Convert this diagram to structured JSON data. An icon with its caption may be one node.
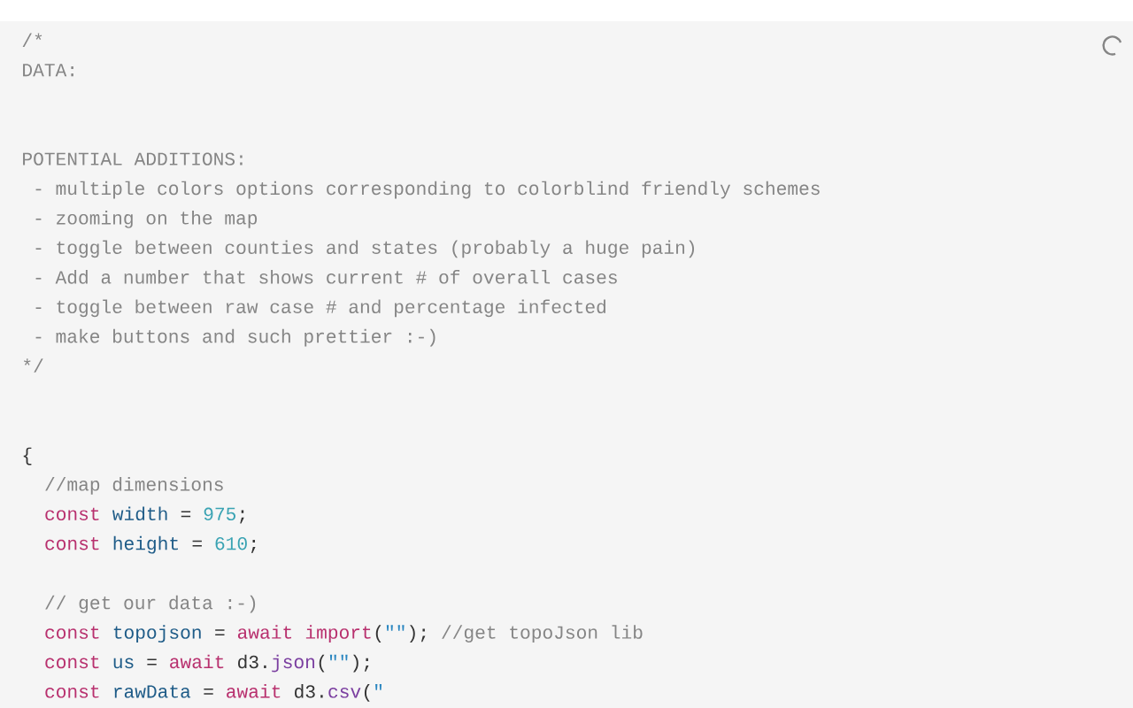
{
  "diagram": {
    "labels": [
      "/*",
      "DATA:",
      "POTENTIAL ADDITIONS:",
      "  - multiple colors options corresponding to colorblind friendly schemes",
      "  - zooming on the map",
      "  - toggle between counties and states (probably a huge pain)",
      "  - Add a number that shows current # of overall cases",
      "  - toggle between raw case # and percentage infected",
      "  - make buttons and such prettier :-)",
      "*/",
      "{",
      "//map dimensions",
      "const",
      "width",
      "=",
      "975",
      ";",
      "const",
      "height",
      "=",
      "610",
      ";",
      "// get our data :-)",
      "const",
      "topojson",
      "=",
      "await",
      "import",
      "(",
      "\"\"",
      ");",
      "//get topoJson lib",
      "const",
      "us",
      "=",
      "await",
      "d3.",
      "json",
      "(",
      "\"\"",
      ");",
      "const",
      "rawData",
      "=",
      "await",
      "d3.",
      "csv",
      "(",
      "\""
    ]
  }
}
